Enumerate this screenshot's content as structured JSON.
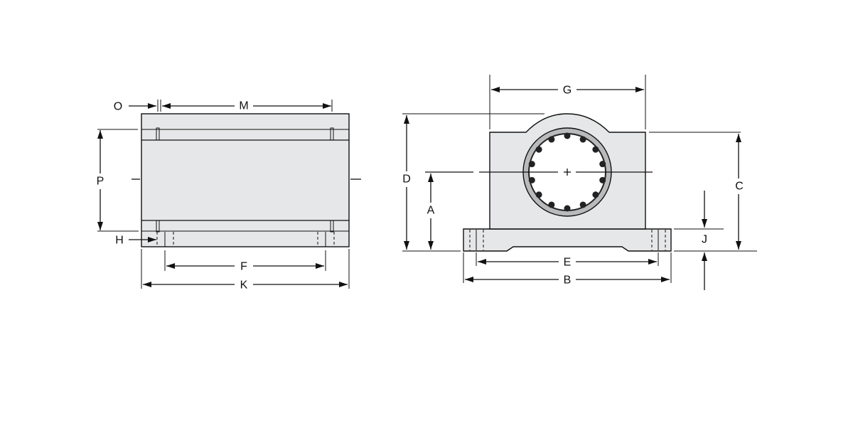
{
  "labels": {
    "O": "O",
    "M": "M",
    "P": "P",
    "H": "H",
    "F": "F",
    "K": "K",
    "G": "G",
    "D": "D",
    "A": "A",
    "C": "C",
    "J": "J",
    "E": "E",
    "B": "B"
  },
  "colors": {
    "body_fill": "#e6e7e8",
    "ring_fill": "#b9babc",
    "line": "#111111"
  }
}
